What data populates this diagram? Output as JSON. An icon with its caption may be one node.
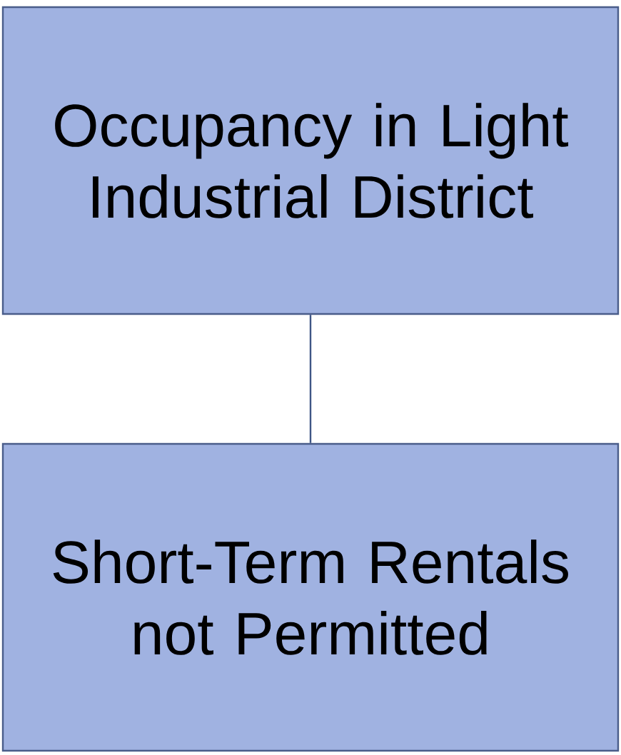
{
  "diagram": {
    "nodes": [
      {
        "text": [
          "Occupancy in Light Industrial District"
        ]
      },
      {
        "text": [
          "Short-Term Rentals not Permitted"
        ]
      }
    ],
    "edges": [
      {
        "from": 0,
        "to": 1,
        "arrow": "none"
      }
    ]
  }
}
